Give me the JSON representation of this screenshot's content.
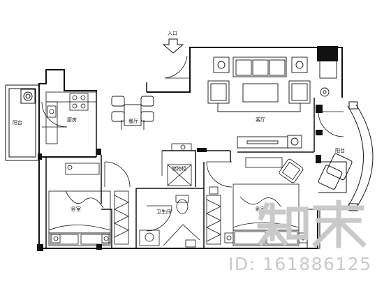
{
  "rooms": {
    "entrance": "入口",
    "living_room": "客厅",
    "dining_room": "餐厅",
    "kitchen": "厨房",
    "balcony_left": "阳台",
    "balcony_right": "阳台",
    "storage": "储物柜",
    "bathroom": "卫生间",
    "bedroom_left": "卧室",
    "bedroom_right": "卧室"
  },
  "watermark": {
    "brand": "知末",
    "id_text": "ID: 161886125"
  }
}
